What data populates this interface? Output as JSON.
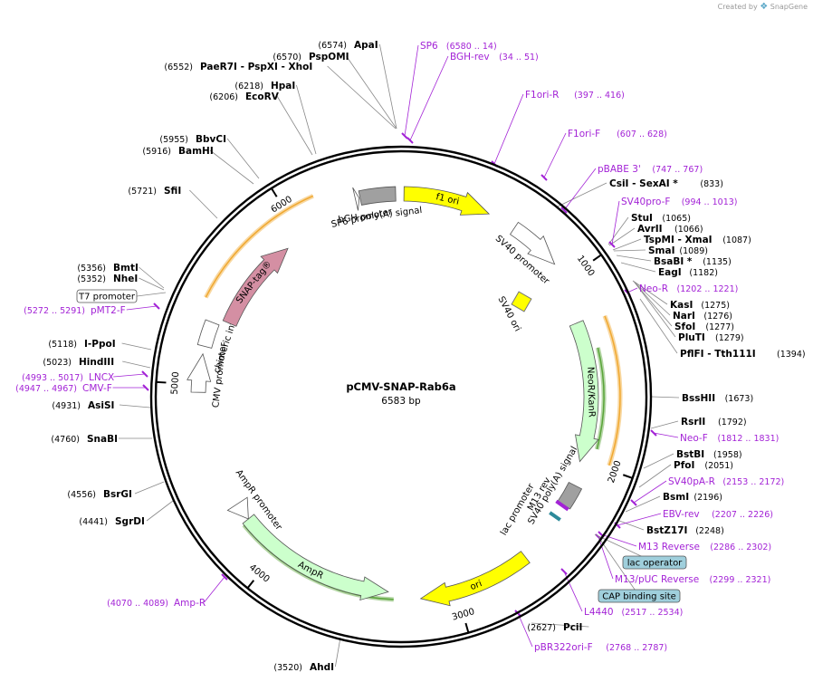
{
  "watermark": {
    "prefix": "Created by",
    "brand": "SnapGene"
  },
  "plasmid": {
    "name": "pCMV-SNAP-Rab6a",
    "size": 6583,
    "size_label": "6583 bp"
  },
  "ticks": [
    {
      "bp": 1000,
      "label": "1000"
    },
    {
      "bp": 2000,
      "label": "2000"
    },
    {
      "bp": 3000,
      "label": "3000"
    },
    {
      "bp": 4000,
      "label": "4000"
    },
    {
      "bp": 5000,
      "label": "5000"
    },
    {
      "bp": 6000,
      "label": "6000"
    }
  ],
  "features": [
    {
      "name": "f1 ori",
      "start": 15,
      "end": 470,
      "type": "arrow",
      "color": "#ffff00",
      "label_inside": true
    },
    {
      "name": "SV40 promoter",
      "start": 620,
      "end": 900,
      "type": "arrow",
      "color": "#ffffff"
    },
    {
      "name": "NeoR/KanR",
      "start": 1230,
      "end": 2010,
      "type": "arrow",
      "color": "#ccffcc",
      "label_inside": true
    },
    {
      "name": "SV40 poly(A) signal",
      "start": 2140,
      "end": 2260,
      "type": "box",
      "color": "#a0a0a0"
    },
    {
      "name": "ori",
      "start": 2600,
      "end": 3190,
      "type": "arrow",
      "color": "#ffff00",
      "label_inside": true
    },
    {
      "name": "AmpR",
      "start": 3360,
      "end": 4230,
      "type": "arrow_rev",
      "color": "#ccffcc",
      "label_inside": true
    },
    {
      "name": "AmpR promoter",
      "start": 4230,
      "end": 4330,
      "type": "arrow_rev",
      "color": "#ffffff"
    },
    {
      "name": "CMV promoter",
      "start": 4960,
      "end": 5160,
      "type": "arrow",
      "color": "#ffffff"
    },
    {
      "name": "chimeric intron",
      "start": 5200,
      "end": 5330,
      "type": "box",
      "color": "#ffffff"
    },
    {
      "name": "SNAP-tag®",
      "start": 5360,
      "end": 5900,
      "type": "arrow",
      "color": "#d48fa3",
      "label_inside": true
    },
    {
      "name": "bGH poly(A) signal",
      "start": 6370,
      "end": 6555,
      "type": "box",
      "color": "#a0a0a0"
    },
    {
      "name": "SP6 promoter",
      "start": 6345,
      "end": 6365,
      "type": "arrow",
      "color": "#ffffff"
    }
  ],
  "small_features": [
    {
      "name": "SV40 ori",
      "color": "#ffff00"
    },
    {
      "name": "lac promoter"
    },
    {
      "name": "M13 rev"
    }
  ],
  "sites": [
    {
      "name": "ApaI",
      "pos": "(6574)"
    },
    {
      "name": "PspOMI",
      "pos": "(6570)"
    },
    {
      "name": "PaeR7I - PspXI - XhoI",
      "pos": "(6552)"
    },
    {
      "name": "HpaI",
      "pos": "(6218)"
    },
    {
      "name": "EcoRV",
      "pos": "(6206)"
    },
    {
      "name": "BbvCI",
      "pos": "(5955)"
    },
    {
      "name": "BamHI",
      "pos": "(5916)"
    },
    {
      "name": "SfiI",
      "pos": "(5721)"
    },
    {
      "name": "BmtI",
      "pos": "(5356)"
    },
    {
      "name": "NheI",
      "pos": "(5352)"
    },
    {
      "name": "I-PpoI",
      "pos": "(5118)"
    },
    {
      "name": "HindIII",
      "pos": "(5023)"
    },
    {
      "name": "AsiSI",
      "pos": "(4931)"
    },
    {
      "name": "SnaBI",
      "pos": "(4760)"
    },
    {
      "name": "BsrGI",
      "pos": "(4556)"
    },
    {
      "name": "SgrDI",
      "pos": "(4441)"
    },
    {
      "name": "AhdI",
      "pos": "(3520)"
    },
    {
      "name": "PciI",
      "pos": "(2627)"
    },
    {
      "name": "CsiI - SexAI *",
      "pos": "(833)"
    },
    {
      "name": "StuI",
      "pos": "(1065)"
    },
    {
      "name": "AvrII",
      "pos": "(1066)"
    },
    {
      "name": "TspMI - XmaI",
      "pos": "(1087)"
    },
    {
      "name": "SmaI",
      "pos": "(1089)"
    },
    {
      "name": "BsaBI *",
      "pos": "(1135)"
    },
    {
      "name": "EagI",
      "pos": "(1182)"
    },
    {
      "name": "KasI",
      "pos": "(1275)"
    },
    {
      "name": "NarI",
      "pos": "(1276)"
    },
    {
      "name": "SfoI",
      "pos": "(1277)"
    },
    {
      "name": "PluTI",
      "pos": "(1279)"
    },
    {
      "name": "PflFI - Tth111I",
      "pos": "(1394)"
    },
    {
      "name": "BssHII",
      "pos": "(1673)"
    },
    {
      "name": "RsrII",
      "pos": "(1792)"
    },
    {
      "name": "BstBI",
      "pos": "(1958)"
    },
    {
      "name": "PfoI",
      "pos": "(2051)"
    },
    {
      "name": "BsmI",
      "pos": "(2196)"
    },
    {
      "name": "BstZ17I",
      "pos": "(2248)"
    }
  ],
  "primers": [
    {
      "name": "SP6",
      "pos": "(6580 .. 14)"
    },
    {
      "name": "BGH-rev",
      "pos": "(34 .. 51)"
    },
    {
      "name": "F1ori-R",
      "pos": "(397 .. 416)"
    },
    {
      "name": "F1ori-F",
      "pos": "(607 .. 628)"
    },
    {
      "name": "pBABE 3'",
      "pos": "(747 .. 767)"
    },
    {
      "name": "SV40pro-F",
      "pos": "(994 .. 1013)"
    },
    {
      "name": "Neo-R",
      "pos": "(1202 .. 1221)"
    },
    {
      "name": "Neo-F",
      "pos": "(1812 .. 1831)"
    },
    {
      "name": "SV40pA-R",
      "pos": "(2153 .. 2172)"
    },
    {
      "name": "EBV-rev",
      "pos": "(2207 .. 2226)"
    },
    {
      "name": "M13 Reverse",
      "pos": "(2286 .. 2302)"
    },
    {
      "name": "M13/pUC Reverse",
      "pos": "(2299 .. 2321)"
    },
    {
      "name": "L4440",
      "pos": "(2517 .. 2534)"
    },
    {
      "name": "pBR322ori-F",
      "pos": "(2768 .. 2787)"
    },
    {
      "name": "Amp-R",
      "pos": "(4070 .. 4089)"
    },
    {
      "name": "CMV-F",
      "pos": "(4947 .. 4967)"
    },
    {
      "name": "LNCX",
      "pos": "(4993 .. 5017)"
    },
    {
      "name": "pMT2-F",
      "pos": "(5272 .. 5291)"
    }
  ],
  "boxed_labels": [
    {
      "name": "T7 promoter",
      "fill": "#ffffff"
    },
    {
      "name": "lac operator",
      "fill": "#9fcfdc"
    },
    {
      "name": "CAP binding site",
      "fill": "#9fcfdc"
    }
  ],
  "colors": {
    "primer": "#a323d6",
    "backbone": "#000000",
    "orange_track": "#f0a830",
    "green_track": "#5aa53a"
  }
}
